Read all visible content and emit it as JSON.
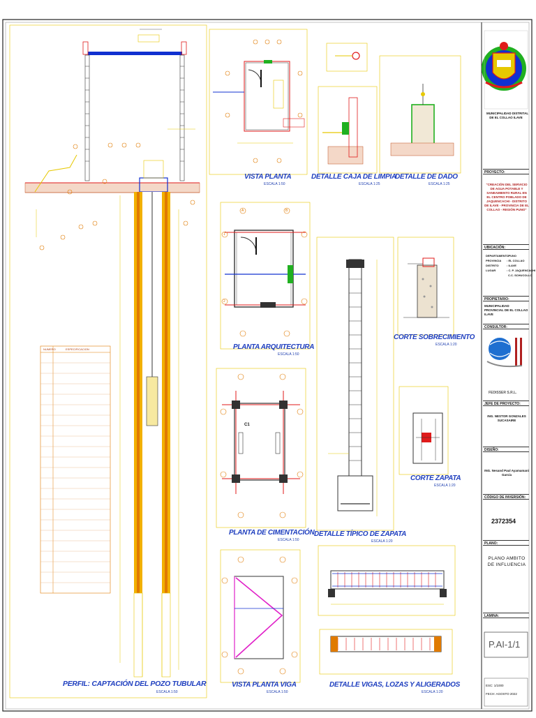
{
  "drawing_titles": {
    "vista_planta": "VISTA PLANTA",
    "caja_limpia": "DETALLE CAJA DE LIMPIA",
    "dado": "DETALLE DE DADO",
    "planta_arquitectura": "PLANTA ARQUITECTURA",
    "corte_sobrecimiento": "CORTE SOBRECIMIENTO",
    "planta_cimentacion": "PLANTA DE CIMENTACIÓN",
    "zapata_tipico": "DETALLE TÍPICO DE ZAPATA",
    "corte_zapata": "CORTE ZAPATA",
    "perfil": "PERFIL: CAPTACIÓN DEL POZO TUBULAR",
    "vista_planta_viga": "VISTA PLANTA VIGA",
    "vigas_lozas": "DETALLE VIGAS, LOZAS Y ALIGERADOS"
  },
  "scales": {
    "s150": "ESCALA 1:50",
    "s125": "ESCALA 1:25",
    "s120": "ESCALA 1:20"
  },
  "legend": {
    "col1": "NUMERO",
    "col2": "ESPECIFICACION"
  },
  "plan_labels": {
    "a": "A",
    "b": "B",
    "one": "1",
    "two": "2",
    "c1": "C1"
  },
  "title_block": {
    "org_line1": "MUNICIPALIDAD DISTRITAL",
    "org_line2": "DE EL COLLAO ILAVE",
    "proyecto_h": "PROYECTO:",
    "proyecto_v": "\"CREACIÓN DEL SERVICIO DE AGUA POTABLE Y SANEAMIENTO RURAL EN EL CENTRO POBLADO DE JAQUENCACHI - DISTRITO DE ILAVE - PROVINCIA DE EL COLLAO - REGIÓN PUNO\"",
    "ubicacion_h": "UBICACIÓN:",
    "dep_k": "DEPARTAMENTO",
    "dep_v": ": PUNO",
    "prov_k": "PROVINCIA",
    "prov_v": ": EL COLLAO",
    "dist_k": "DISTRITO",
    "dist_v": ": ILAVE",
    "lugar_k": "LUGAR",
    "lugar_v": ": C. P. JAQUENCACHI",
    "cc_v": "C.C. SCHUCOLLO",
    "propietario_h": "PROPIETARIO:",
    "propietario_v": "MUNICIPALIDAD PROVINCIAL DE EL COLLAO ILAVE",
    "consultor_h": "CONSULTOR:",
    "consultor_v": "FEDISSER S.R.L.",
    "jefe_h": "JEFE DE PROYECTO:",
    "jefe_v": "ING. NESTOR GONZALES SUCASAIRE",
    "diseno_h": "DISEÑO:",
    "diseno_v": "ING. Nesand Paul Ayamamani García",
    "codigo_h": "CÓDIGO DE INVERSIÓN:",
    "codigo_v": "2372354",
    "plano_h": "PLANO:",
    "plano_v": "PLANO AMBITO DE INFLUENCIA",
    "lamina_h": "LAMINA:",
    "lamina_v": "P.AI-1/1",
    "escala_v": "ESC: 1/1000",
    "fecha_v": "FECH: AGOSTO 2022"
  },
  "colors": {
    "title_blue": "#1f3fbf",
    "cad_red": "#e01a1a",
    "cad_yellow": "#e6c800",
    "cad_orange": "#e07a00",
    "cad_magenta": "#e020c8",
    "cad_green": "#20b020",
    "cad_blue": "#1030d0"
  },
  "icons": {
    "emblem": "municipal-shield-emblem",
    "consultant_logo": "globe-logo"
  }
}
